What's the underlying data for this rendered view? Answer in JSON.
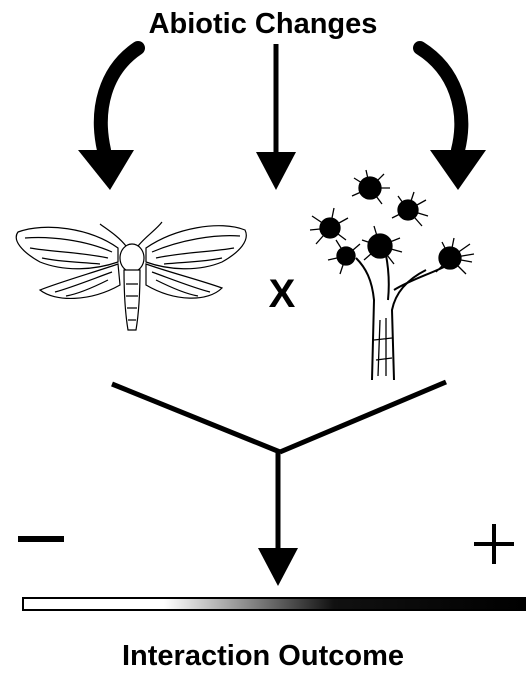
{
  "diagram": {
    "top_label": "Abiotic Changes",
    "interaction_symbol": "X",
    "bottom_label": "Interaction Outcome",
    "negative_symbol": "−",
    "positive_symbol": "+"
  },
  "icons": {
    "left_organism": "moth-illustration",
    "right_organism": "joshua-tree-illustration"
  },
  "colors": {
    "ink": "#000000",
    "background": "#ffffff"
  }
}
